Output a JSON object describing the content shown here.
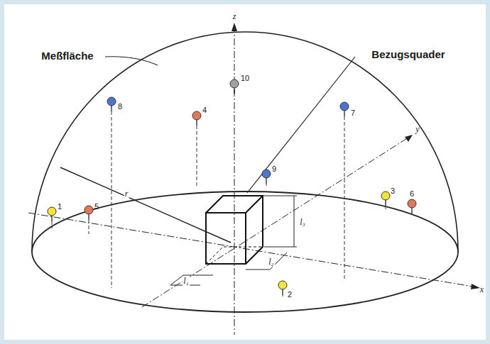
{
  "diagram": {
    "labels": [
      "Meßfläche",
      "Bezugsquader",
      "z",
      "y",
      "x",
      "1",
      "2",
      "3",
      "4",
      "5",
      "6",
      "7",
      "8",
      "9",
      "10",
      "r",
      "l₁",
      "l₂",
      "l₃"
    ]
  }
}
